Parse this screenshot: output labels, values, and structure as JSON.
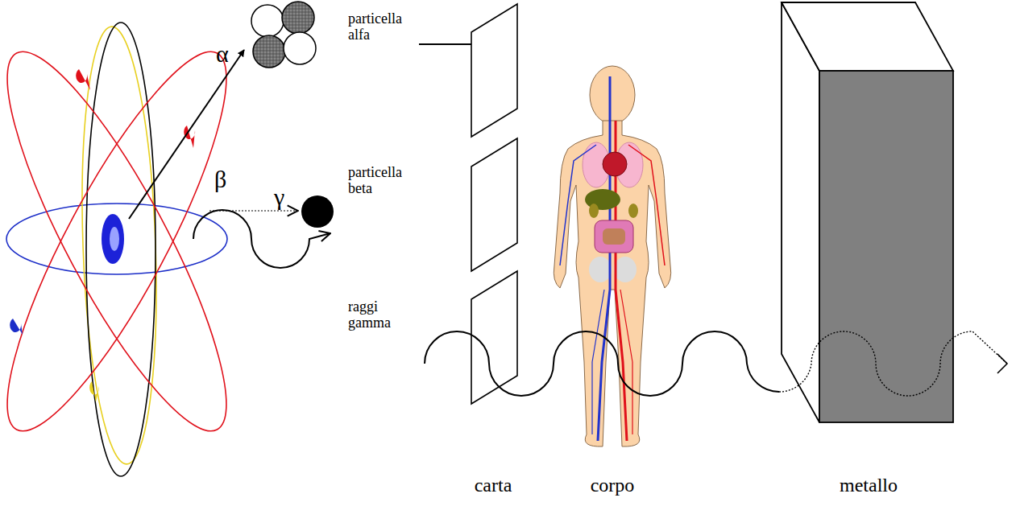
{
  "diagram": {
    "labels": [
      "α",
      "particella alfa",
      "β",
      "particella beta",
      "γ",
      "raggi gamma",
      "carta",
      "corpo",
      "metallo"
    ]
  }
}
